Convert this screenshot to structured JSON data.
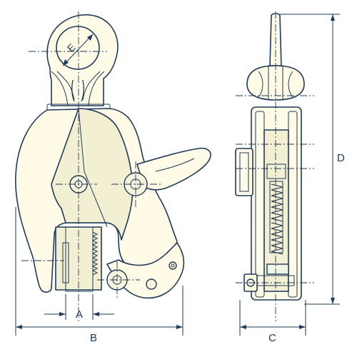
{
  "labels": {
    "a": "A",
    "b": "B",
    "c": "C",
    "d": "D",
    "e": "E"
  },
  "colors": {
    "line": "#1f3a5a",
    "fill": "#fffbe6",
    "background": "#ffffff"
  }
}
